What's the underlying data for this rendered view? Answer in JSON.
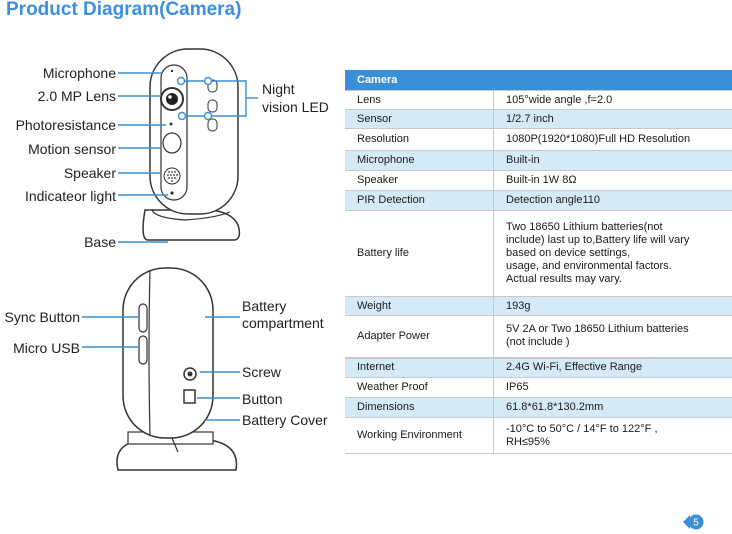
{
  "title": "Product Diagram(Camera)",
  "labels": {
    "microphone": "Microphone",
    "lens": "2.0 MP Lens",
    "photoresistance": "Photoresistance",
    "motion_sensor": "Motion sensor",
    "speaker": "Speaker",
    "indicator_light": "Indicateor light",
    "base": "Base",
    "night_vision_1": "Night",
    "night_vision_2": "vision LED",
    "sync_button": "Sync Button",
    "micro_usb": "Micro USB",
    "battery_compartment_1": "Battery",
    "battery_compartment_2": "compartment",
    "screw": "Screw",
    "button": "Button",
    "battery_cover": "Battery Cover"
  },
  "table": {
    "header": "Camera",
    "rows": [
      {
        "key": "Lens",
        "value": "105°wide angle ,f=2.0"
      },
      {
        "key": "Sensor",
        "value": "1/2.7 inch"
      },
      {
        "key": "Resolution",
        "value": "1080P(1920*1080)Full HD Resolution"
      },
      {
        "key": "Microphone",
        "value": "Built-in"
      },
      {
        "key": "Speaker",
        "value": "Built-in  1W 8Ω"
      },
      {
        "key": "PIR Detection",
        "value": "Detection angle110"
      },
      {
        "key": "Battery life",
        "value_lines": [
          "Two 18650 Lithium batteries(not",
          "include)  last up to,Battery life will vary",
          "based on device settings,",
          "usage, and environmental factors.",
          "Actual results may vary."
        ]
      },
      {
        "key": "Weight",
        "value": "193g"
      },
      {
        "key": "Adapter Power",
        "value_lines": [
          "5V 2A or Two 18650 Lithium batteries",
          "(not include )"
        ]
      },
      {
        "key": "Internet",
        "value": "2.4G Wi-Fi, Effective Range"
      },
      {
        "key": "Weather Proof",
        "value": "IP65"
      },
      {
        "key": "Dimensions",
        "value": "61.8*61.8*130.2mm"
      },
      {
        "key": "Working Environment",
        "value_lines": [
          "-10°C to 50°C / 14°F to 122°F ,",
          "RH≤95%"
        ]
      }
    ]
  },
  "page_number": "5",
  "colors": {
    "accent": "#3d8fe0",
    "header_bg": "#3a8fd8",
    "row_highlight": "#d5eaf7",
    "leader": "#3a8fd8"
  }
}
